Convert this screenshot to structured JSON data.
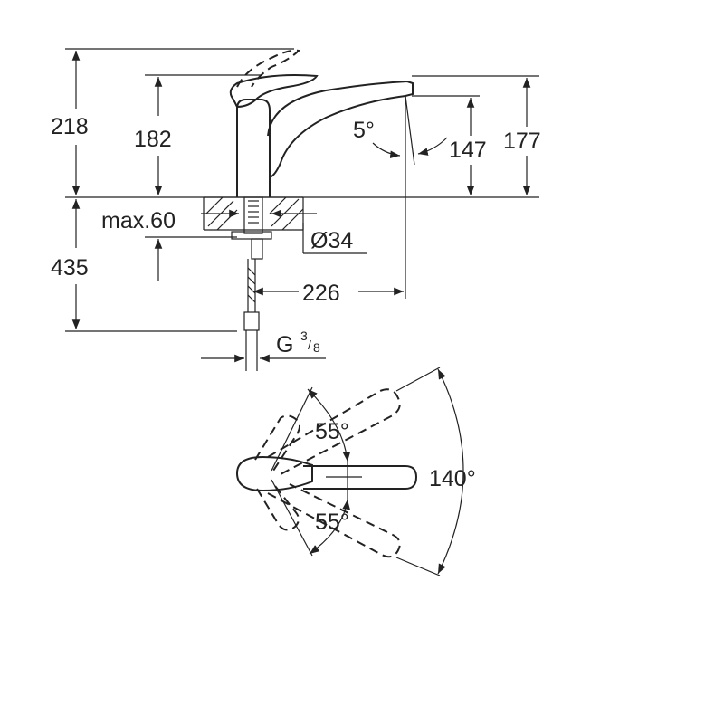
{
  "labels": {
    "h218": "218",
    "h182": "182",
    "angle_spout": "5°",
    "h147": "147",
    "h177": "177",
    "max_deck": "max.60",
    "dia": "Ø34",
    "h435": "435",
    "reach": "226",
    "thread_g": "G",
    "thread_num": "3",
    "thread_den": "8",
    "swing_up": "55°",
    "swing_down": "55°",
    "swing_total": "140°"
  },
  "colors": {
    "line": "#222222",
    "background": "#ffffff"
  }
}
